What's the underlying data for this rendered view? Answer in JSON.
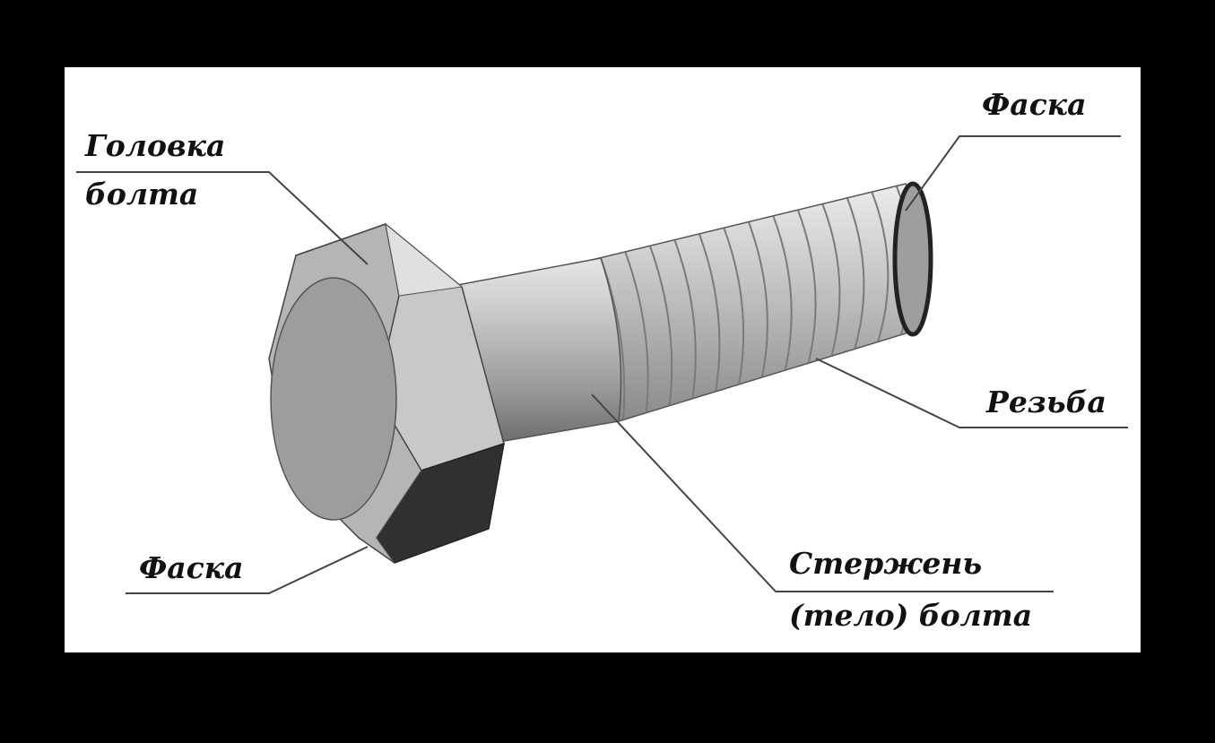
{
  "title": "Bolt parts",
  "labels": {
    "head_line1": "Головка",
    "head_line2": "болта",
    "chamfer_top": "Фаска",
    "thread": "Резьба",
    "shank_line1": "Стержень",
    "shank_line2": "(тело) болта",
    "chamfer_bottom": "Фаска"
  }
}
